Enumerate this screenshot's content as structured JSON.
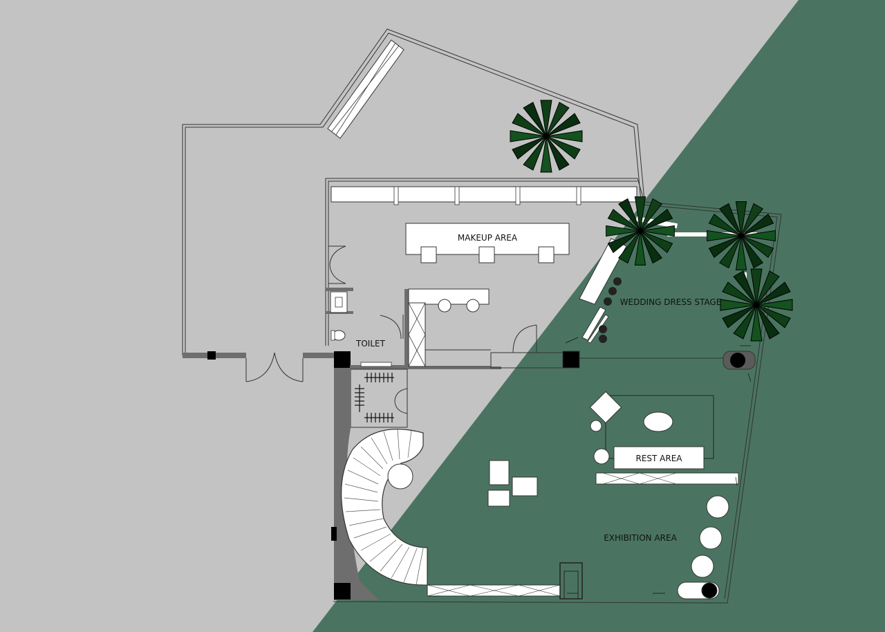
{
  "colors": {
    "background_grey": "#c3c3c3",
    "accent_green": "#4a7461",
    "wall_dark": "#6e6e6e",
    "furniture_white": "#ffffff",
    "plant_dark": "#0f3f17"
  },
  "labels": {
    "makeup_area": "MAKEUP AREA",
    "toilet": "TOILET",
    "wedding_dress_stage": "WEDDING DRESS STAGE",
    "rest_area": "REST AREA",
    "exhibition_area": "EXHIBITION AREA"
  },
  "icons": [
    "palm-plant-icon",
    "door-swing-icon",
    "spiral-staircase-icon",
    "toilet-icon",
    "sink-icon",
    "clothes-rack-icon"
  ]
}
